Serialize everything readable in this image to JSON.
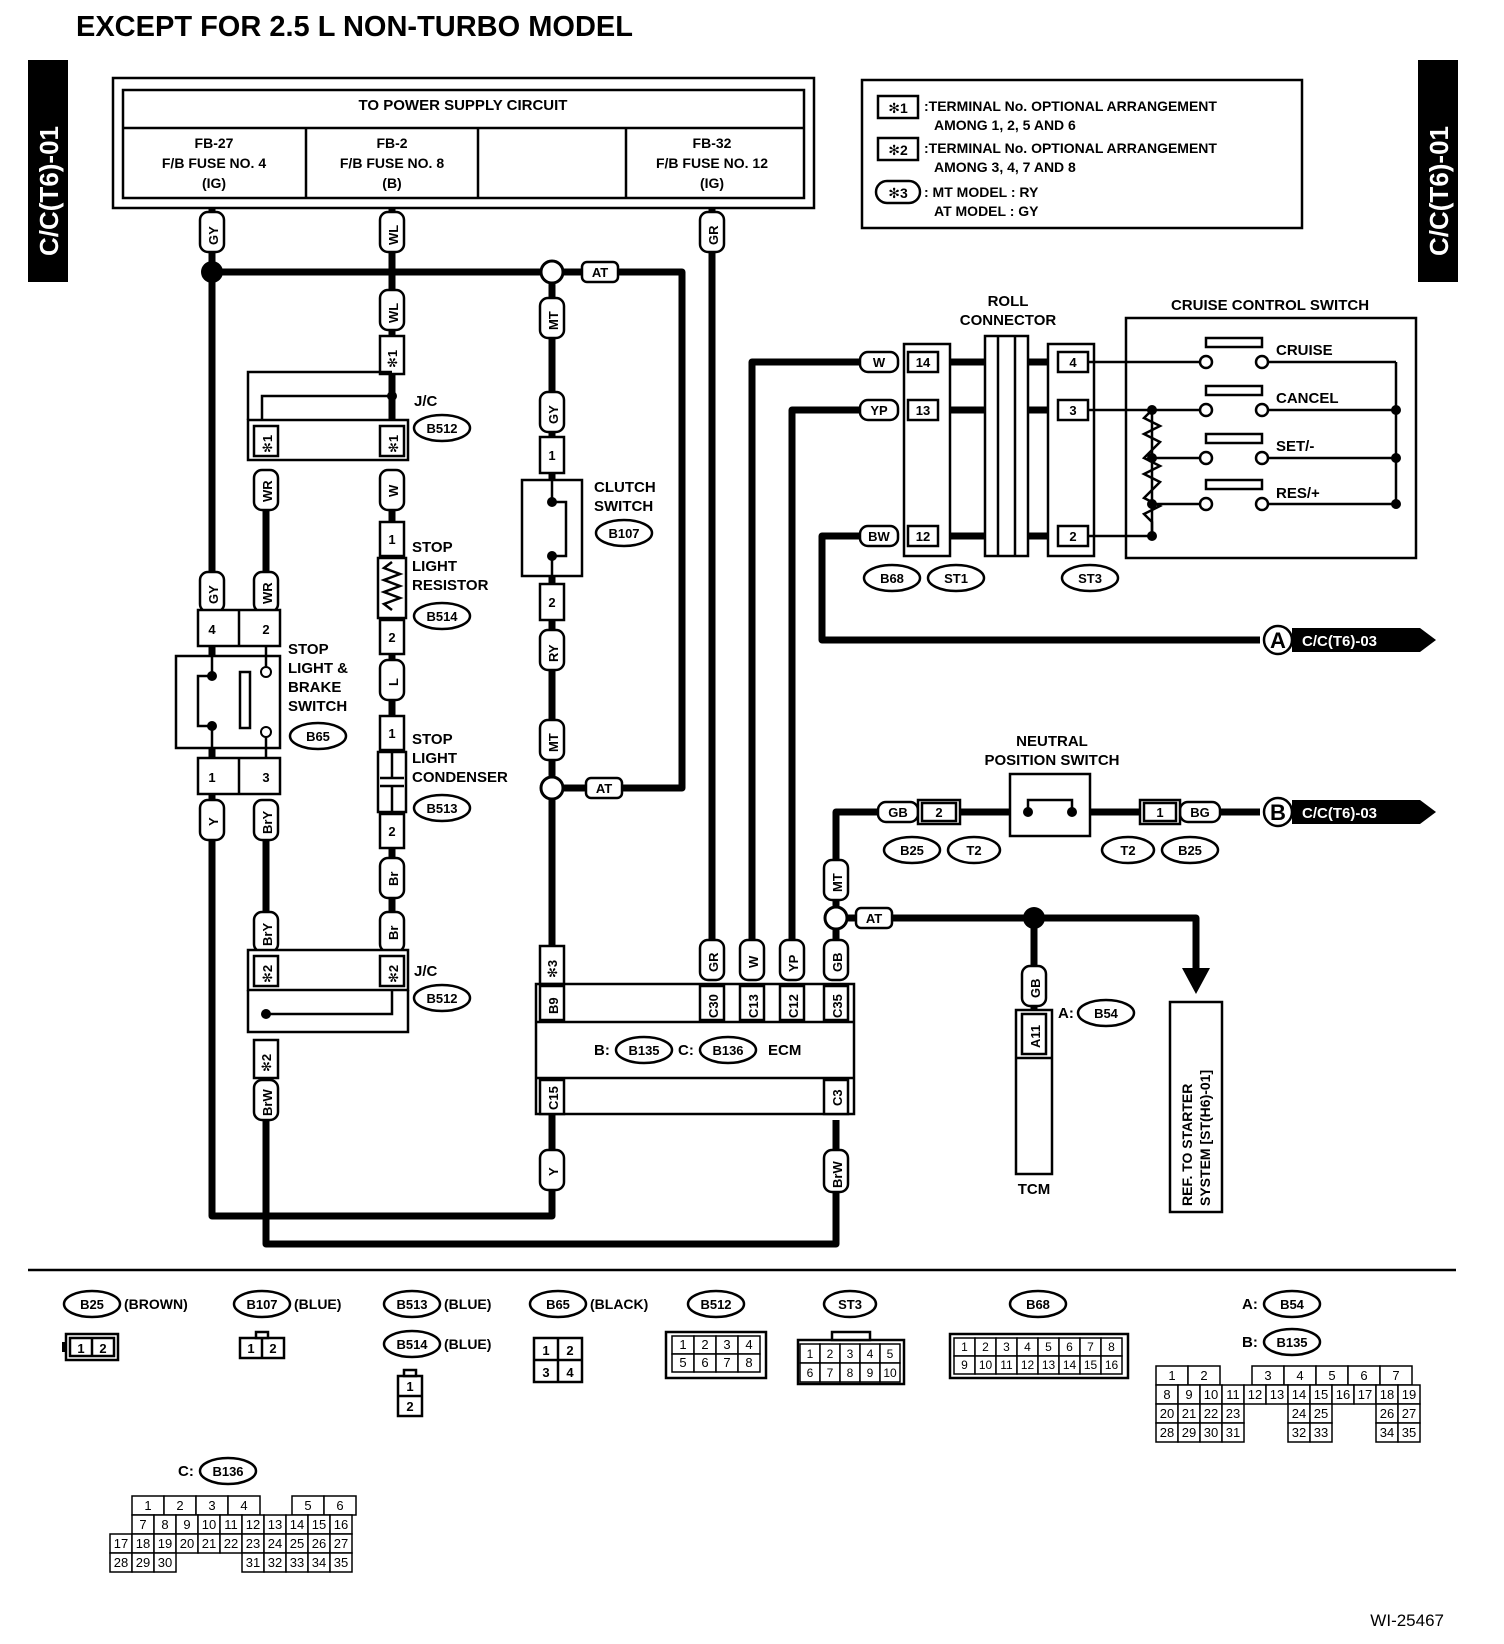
{
  "title": "EXCEPT FOR 2.5 L NON-TURBO MODEL",
  "side_tab": "C/C(T6)-01",
  "power_supply": {
    "header": "TO POWER SUPPLY CIRCUIT",
    "fuses": [
      {
        "l1": "FB-27",
        "l2": "F/B FUSE NO. 4",
        "l3": "(IG)"
      },
      {
        "l1": "FB-2",
        "l2": "F/B FUSE NO. 8",
        "l3": "(B)"
      },
      {
        "l1": "",
        "l2": "",
        "l3": ""
      },
      {
        "l1": "FB-32",
        "l2": "F/B FUSE NO. 12",
        "l3": "(IG)"
      }
    ]
  },
  "legend": [
    {
      "mark": "✻1",
      "l1": ":TERMINAL No. OPTIONAL ARRANGEMENT",
      "l2": "AMONG 1, 2, 5 AND 6"
    },
    {
      "mark": "✻2",
      "l1": ":TERMINAL No. OPTIONAL ARRANGEMENT",
      "l2": "AMONG 3, 4, 7 AND 8"
    },
    {
      "mark": "✻3",
      "l1": ": MT MODEL : RY",
      "l2": "AT MODEL : GY"
    }
  ],
  "components": {
    "jc": "J/C",
    "roll1": "ROLL",
    "roll2": "CONNECTOR",
    "ccs": "CRUISE CONTROL SWITCH",
    "sw_labels": [
      "CRUISE",
      "CANCEL",
      "SET/-",
      "RES/+"
    ],
    "clutch1": "CLUTCH",
    "clutch2": "SWITCH",
    "slr1": "STOP",
    "slr2": "LIGHT",
    "slr3": "RESISTOR",
    "slc1": "STOP",
    "slc2": "LIGHT",
    "slc3": "CONDENSER",
    "slb1": "STOP",
    "slb2": "LIGHT &",
    "slb3": "BRAKE",
    "slb4": "SWITCH",
    "nps1": "NEUTRAL",
    "nps2": "POSITION SWITCH",
    "ecm": "ECM",
    "tcm": "TCM",
    "b_prefix": "B:",
    "c_prefix": "C:",
    "a_prefix": "A:",
    "ref1": "REF. TO STARTER",
    "ref2": "SYSTEM [ST(H6)-01]",
    "arrow_a": "A",
    "arrow_b": "B",
    "arrow_text": "C/C(T6)-03"
  },
  "connectors": {
    "B512": "B512",
    "B107": "B107",
    "B514": "B514",
    "B65": "B65",
    "B513": "B513",
    "B68": "B68",
    "ST1": "ST1",
    "ST3": "ST3",
    "B25": "B25",
    "T2": "T2",
    "B135": "B135",
    "B136": "B136",
    "B54": "B54"
  },
  "wires": {
    "GY": "GY",
    "WL": "WL",
    "GR": "GR",
    "AT": "AT",
    "MT": "MT",
    "W": "W",
    "WR": "WR",
    "YP": "YP",
    "BW": "BW",
    "RY": "RY",
    "L": "L",
    "Y": "Y",
    "BrY": "BrY",
    "Br": "Br",
    "BrW": "BrW",
    "GB": "GB",
    "BG": "BG"
  },
  "pins": {
    "p1": "1",
    "p2": "2",
    "p3": "3",
    "p4": "4",
    "p12": "12",
    "p13": "13",
    "p14": "14",
    "star1": "✻1",
    "star2": "✻2",
    "star3": "✻3",
    "B9": "B9",
    "C30": "C30",
    "C13": "C13",
    "C12": "C12",
    "C35": "C35",
    "C15": "C15",
    "C3": "C3",
    "A11": "A11"
  },
  "connector_legend": {
    "b25": "(BROWN)",
    "b107": "(BLUE)",
    "b513": "(BLUE)",
    "b514": "(BLUE)",
    "b65": "(BLACK)"
  },
  "diagram_id": "WI-25467"
}
